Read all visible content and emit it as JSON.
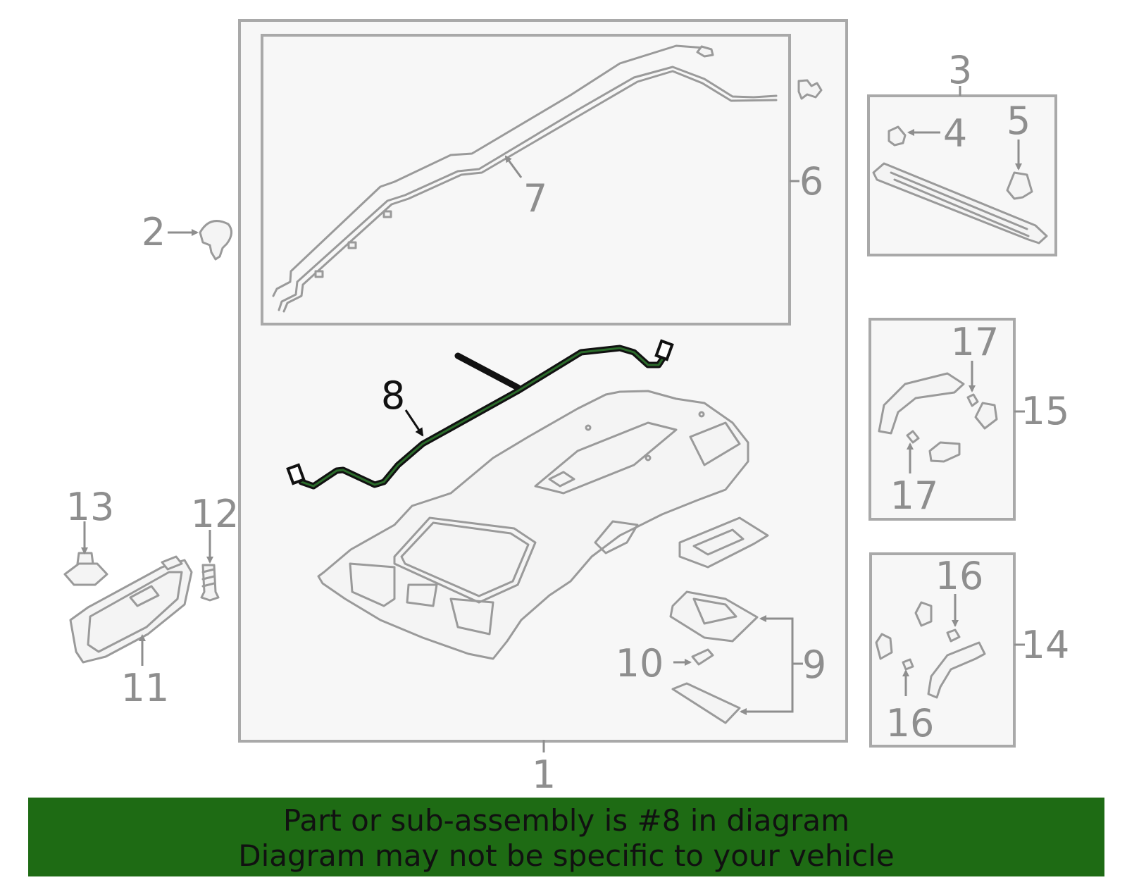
{
  "diagram": {
    "callouts": {
      "c1": "1",
      "c2": "2",
      "c3": "3",
      "c4": "4",
      "c5": "5",
      "c6": "6",
      "c7": "7",
      "c8": "8",
      "c9": "9",
      "c10": "10",
      "c11": "11",
      "c12": "12",
      "c13": "13",
      "c14": "14",
      "c15": "15",
      "c16a": "16",
      "c16b": "16",
      "c17a": "17",
      "c17b": "17"
    },
    "highlighted_part": "8",
    "accent_color": "#1e6b14"
  },
  "banner": {
    "line1": "Part or sub-assembly is #8 in diagram",
    "line2": "Diagram may not be specific to your vehicle"
  }
}
